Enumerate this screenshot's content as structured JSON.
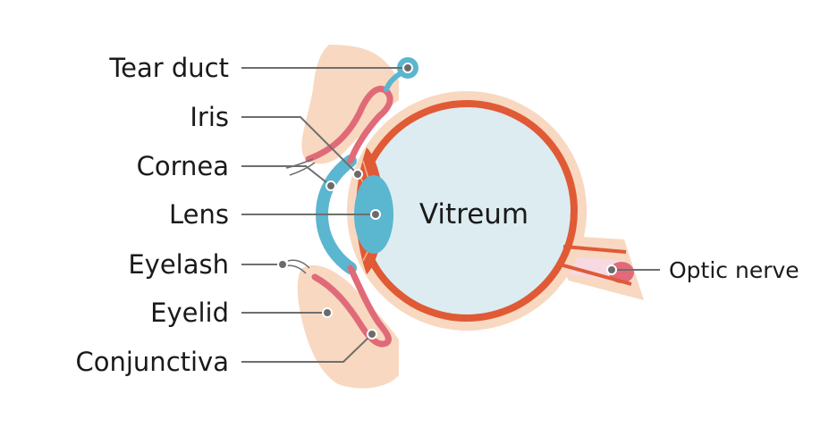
{
  "labels": {
    "tear_duct": "Tear duct",
    "iris": "Iris",
    "cornea": "Cornea",
    "lens": "Lens",
    "eyelash": "Eyelash",
    "eyelid": "Eyelid",
    "conjunctiva": "Conjunctiva",
    "vitreum": "Vitreum",
    "optic_nerve": "Optic nerve"
  },
  "colors": {
    "skin": "#f8d8c0",
    "sclera_red": "#e05a36",
    "vitreous": "#dcecf1",
    "cornea_blue": "#5bb6d0",
    "conjunctiva_pink": "#e06a78",
    "leader_gray": "#6e6e6e"
  }
}
